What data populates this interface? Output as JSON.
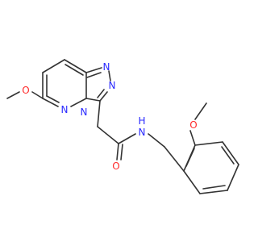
{
  "molecule": {
    "atoms": {
      "o_methoxy_left": {
        "label": "O",
        "color": "#ff2a2a"
      },
      "n_ring_bottom": {
        "label": "N",
        "color": "#2a2aff"
      },
      "n_ring_bridge": {
        "label": "N",
        "color": "#2a2aff"
      },
      "n_triazole_top": {
        "label": "N",
        "color": "#2a2aff"
      },
      "n_triazole_right": {
        "label": "N",
        "color": "#2a2aff"
      },
      "o_carbonyl": {
        "label": "O",
        "color": "#ff2a2a"
      },
      "n_amide": {
        "label": "N",
        "color": "#2a2aff"
      },
      "h_amide": {
        "label": "H",
        "color": "#2a2aff"
      },
      "o_methoxy_right": {
        "label": "O",
        "color": "#ff2a2a"
      }
    },
    "bond_color": "#333333"
  }
}
